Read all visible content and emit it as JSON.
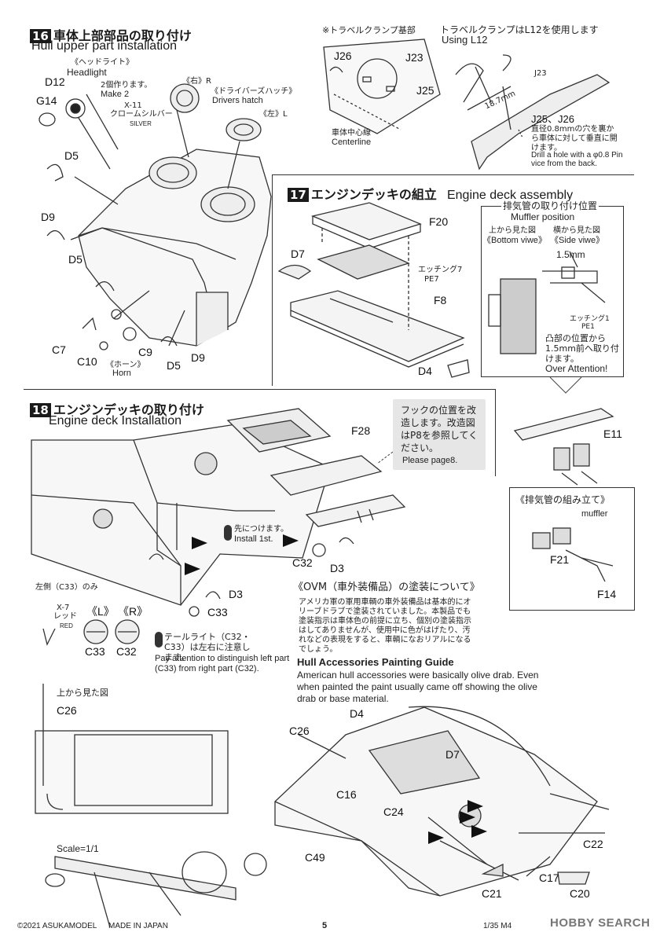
{
  "step16": {
    "num": "16",
    "title_jp": "車体上部部品の取り付け",
    "title_en": "Hull upper part installation",
    "headlight_jp": "《ヘッドライト》",
    "headlight_en": "Headlight",
    "make2_jp": "2個作ります。",
    "make2_en": "Make 2",
    "paint_code": "X-11",
    "paint_jp": "クロームシルバー",
    "paint_en": "SILVER",
    "r_label": "《右》R",
    "l_label": "《左》L",
    "hatch_jp": "《ドライバーズハッチ》",
    "hatch_en": "Drivers hatch",
    "horn_jp": "《ホーン》",
    "horn_en": "Horn",
    "parts": [
      "D12",
      "G14",
      "D5",
      "D9",
      "D5",
      "C7",
      "C10",
      "C9",
      "D5",
      "D9"
    ]
  },
  "clamp": {
    "note_jp": "※トラベルクランプ基部",
    "use_jp": "トラベルクランプはL12を使用します",
    "use_en": "Using L12",
    "parts": [
      "J26",
      "J23",
      "J25",
      "J23"
    ],
    "centerline_jp": "車体中心線",
    "centerline_en": "Centerline",
    "dim": "18.7mm",
    "j25_j26": "J25、J26",
    "drill_jp": "直径0.8mmの穴を裏から車体に対して垂直に開けます。",
    "drill_en": "Drill a hole with a φ0.8 Pin vice from the back."
  },
  "step17": {
    "num": "17",
    "title_jp": "エンジンデッキの組立",
    "title_en": "Engine deck assembly",
    "parts": [
      "F20",
      "D7",
      "F8",
      "D4"
    ],
    "etch_jp": "エッチング7",
    "etch_code": "PE7",
    "muffler_pos_jp": "排気管の取り付け位置",
    "muffler_pos_en": "Muffler position",
    "bottom_jp": "上から見た図",
    "bottom_en": "《Bottom viwe》",
    "side_jp": "横から見た図",
    "side_en": "《Side viwe》",
    "dim": "1.5mm",
    "etch1_jp": "エッチング1",
    "etch1_code": "PE1",
    "attention_jp": "凸部の位置から1.5mm前へ取り付けます。",
    "attention_en": "Over Attention!"
  },
  "step18": {
    "num": "18",
    "title_jp": "エンジンデッキの取り付け",
    "title_en": "Engine deck Installation",
    "parts": [
      "F28",
      "C32",
      "D3",
      "D3",
      "C33"
    ],
    "hook_note_jp": "フックの位置を改造します。改造図はP8を参照してください。",
    "hook_note_en": "Please page8.",
    "install_first_jp": "先につけます。",
    "install_first_en": "Install 1st.",
    "left_only_jp": "左側（C33）のみ",
    "paint_code": "X-7",
    "paint_jp": "レッド",
    "paint_en": "RED",
    "l_mark": "《L》",
    "r_mark": "《R》",
    "l_part": "C33",
    "r_part": "C32",
    "tail_jp": "テールライト（C32・C33）は左右に注意します。",
    "tail_en": "Pay attention to distinguish left part (C33) from right part (C32).",
    "e11": "E11",
    "muffler_assy_jp": "《排気管の組み立て》",
    "muffler_assy_en": "muffler",
    "muffler_parts": [
      "F21",
      "F14"
    ]
  },
  "ovm": {
    "title_jp": "《OVM（車外装備品）の塗装について》",
    "body_jp": "アメリカ軍の軍用車輌の車外装備品は基本的にオリーブドラブで塗装されていました。本製品でも塗装指示は車体色の前提に立ち、個別の塗装指示はしてありませんが、使用中に色がはげたり、汚れなどの表現をすると、車輌になおリアルになるでしょう。",
    "title_en": "Hull Accessories Painting Guide",
    "body_en": "American hull accessories were basically olive drab. Even when painted the paint usually came off showing the olive drab or base material."
  },
  "topview": {
    "label_jp": "上から見た図",
    "part": "C26",
    "scale": "Scale=1/1"
  },
  "lower_parts": [
    "D4",
    "C26",
    "D7",
    "C16",
    "C24",
    "C49",
    "C22",
    "C17",
    "C21",
    "C20"
  ],
  "footer": {
    "copyright": "©2021 ASUKAMODEL",
    "made_in": "MADE IN JAPAN",
    "page": "5",
    "product": "1/35 M4",
    "watermark": "HOBBY SEARCH"
  }
}
